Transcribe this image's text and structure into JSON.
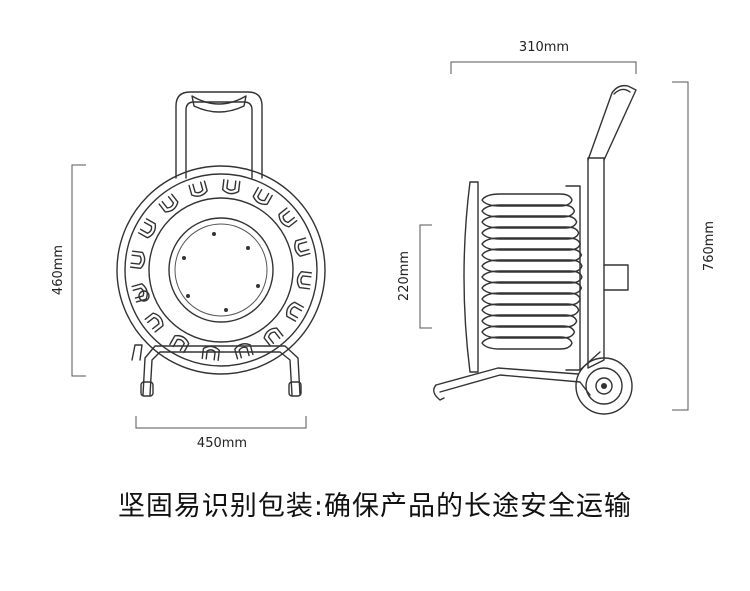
{
  "dimensions": {
    "front_height": "460mm",
    "front_width": "450mm",
    "side_depth": "310mm",
    "side_drum": "220mm",
    "side_height": "760mm"
  },
  "caption": "坚固易识别包装:确保产品的长途安全运输"
}
